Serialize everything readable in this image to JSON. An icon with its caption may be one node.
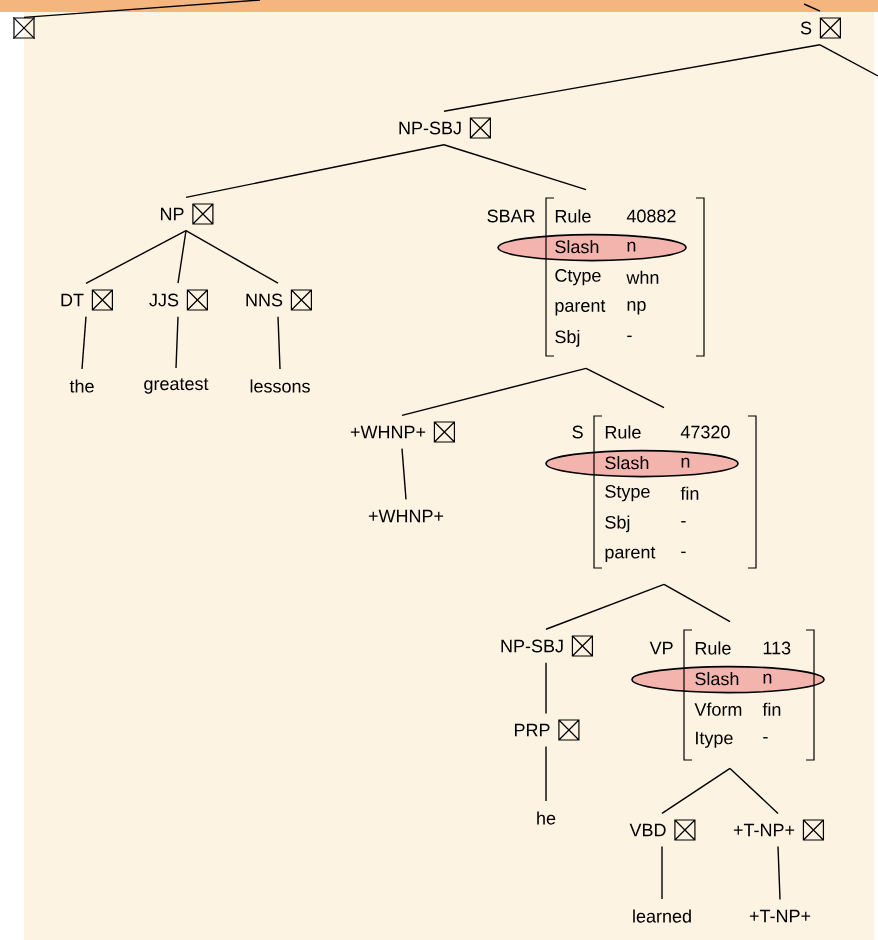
{
  "diagram": {
    "nodes": [
      {
        "text": [],
        "shape": "box"
      },
      {
        "text": [
          "S"
        ]
      },
      {
        "text": [
          "NP-SBJ"
        ]
      },
      {
        "text": [
          "NP"
        ]
      },
      {
        "text": [
          "SBAR",
          "Rule",
          "40882",
          "Slash",
          "n",
          "Ctype",
          "whn",
          "parent",
          "np",
          "Sbj",
          "-"
        ]
      },
      {
        "text": [
          "DT"
        ]
      },
      {
        "text": [
          "JJS"
        ]
      },
      {
        "text": [
          "NNS"
        ]
      },
      {
        "text": [
          "the"
        ]
      },
      {
        "text": [
          "greatest"
        ]
      },
      {
        "text": [
          "lessons"
        ]
      },
      {
        "text": [
          "+WHNP+"
        ]
      },
      {
        "text": [
          "S",
          "Rule",
          "47320",
          "Slash",
          "n",
          "Stype",
          "fin",
          "Sbj",
          "-",
          "parent",
          "-"
        ]
      },
      {
        "text": [
          "+WHNP+"
        ]
      },
      {
        "text": [
          "NP-SBJ"
        ]
      },
      {
        "text": [
          "VP",
          "Rule",
          "113",
          "Slash",
          "n",
          "Vform",
          "fin",
          "Itype",
          "-"
        ]
      },
      {
        "text": [
          "PRP"
        ]
      },
      {
        "text": [
          "he"
        ]
      },
      {
        "text": [
          "VBD"
        ]
      },
      {
        "text": [
          "+T-NP+"
        ]
      },
      {
        "text": [
          "learned"
        ]
      },
      {
        "text": [
          "+T-NP+"
        ]
      }
    ],
    "edges": [
      {
        "from": null,
        "to": 0,
        "arrow": "none"
      },
      {
        "from": null,
        "to": 1,
        "arrow": "none"
      },
      {
        "from": 1,
        "to": null,
        "arrow": "none"
      },
      {
        "from": 1,
        "to": 2,
        "arrow": "none"
      },
      {
        "from": 2,
        "to": 3,
        "arrow": "none"
      },
      {
        "from": 2,
        "to": 4,
        "arrow": "none"
      },
      {
        "from": 3,
        "to": 5,
        "arrow": "none"
      },
      {
        "from": 3,
        "to": 6,
        "arrow": "none"
      },
      {
        "from": 3,
        "to": 7,
        "arrow": "none"
      },
      {
        "from": 5,
        "to": 8,
        "arrow": "none"
      },
      {
        "from": 6,
        "to": 9,
        "arrow": "none"
      },
      {
        "from": 7,
        "to": 10,
        "arrow": "none"
      },
      {
        "from": 4,
        "to": 11,
        "arrow": "none"
      },
      {
        "from": 4,
        "to": 12,
        "arrow": "none"
      },
      {
        "from": 11,
        "to": 13,
        "arrow": "none"
      },
      {
        "from": 12,
        "to": 14,
        "arrow": "none"
      },
      {
        "from": 12,
        "to": 15,
        "arrow": "none"
      },
      {
        "from": 14,
        "to": 16,
        "arrow": "none"
      },
      {
        "from": 16,
        "to": 17,
        "arrow": "none"
      },
      {
        "from": 15,
        "to": 18,
        "arrow": "none"
      },
      {
        "from": 15,
        "to": 19,
        "arrow": "none"
      },
      {
        "from": 18,
        "to": 20,
        "arrow": "none"
      },
      {
        "from": 19,
        "to": 21,
        "arrow": "none"
      }
    ]
  }
}
